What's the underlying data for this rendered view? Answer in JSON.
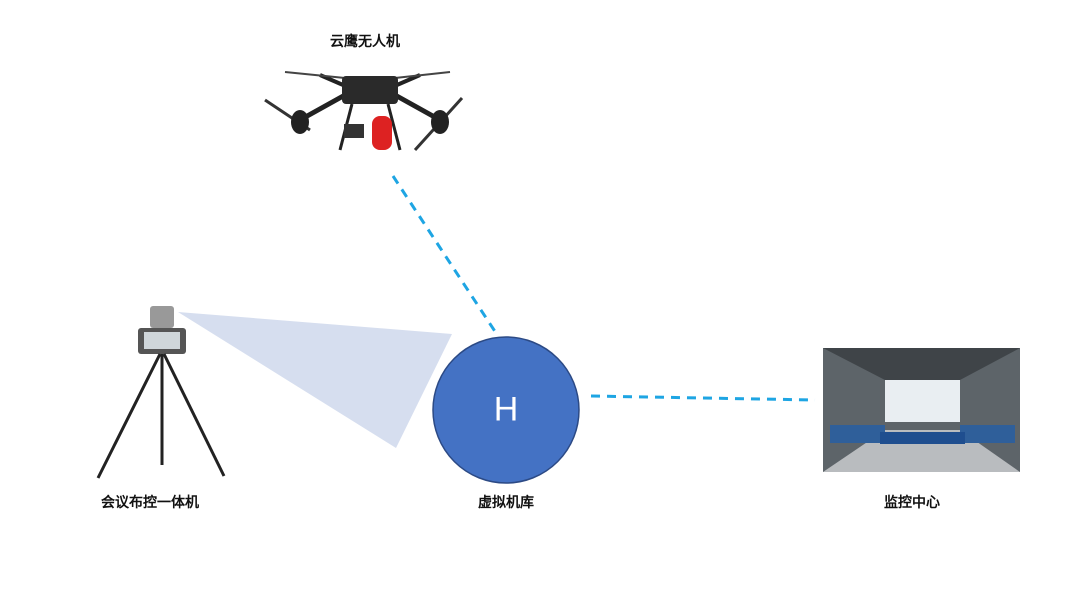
{
  "nodes": {
    "drone": {
      "label": "云鹰无人机",
      "icon": "drone-icon"
    },
    "hub": {
      "label": "虚拟机库",
      "letter": "H",
      "fill": "#4472c4"
    },
    "camera": {
      "label": "会议布控一体机",
      "icon": "tripod-camera-icon"
    },
    "center": {
      "label": "监控中心",
      "icon": "control-room-icon"
    }
  },
  "colors": {
    "link": "#1ea5e3",
    "beam": "#d6deef"
  }
}
